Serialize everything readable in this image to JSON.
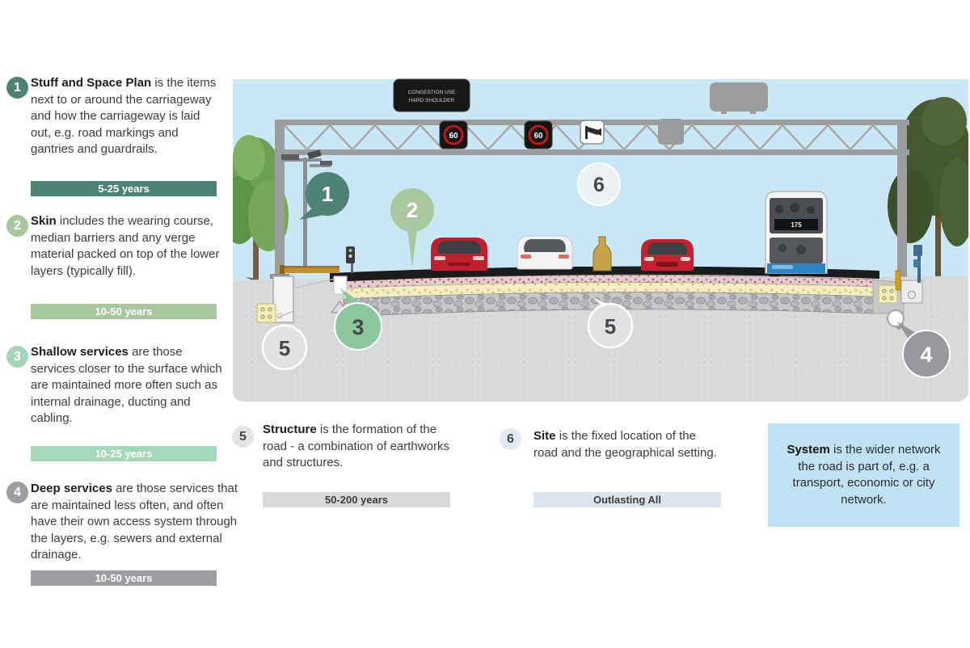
{
  "legend": {
    "items": [
      {
        "num": "1",
        "term": "Stuff and Space Plan",
        "rest": "is the items next to or around the carriageway and how the carriageway is laid out, e.g. road markings and gantries and guardrails.",
        "badge": "5-25 years",
        "accent": "#4d8274"
      },
      {
        "num": "2",
        "term": "Skin",
        "rest": "includes the wearing course, median barriers and any verge material packed on top of the lower layers (typically fill).",
        "badge": "10-50 years",
        "accent": "#a9c79f"
      },
      {
        "num": "3",
        "term": "Shallow services",
        "rest": "are those services closer to the surface which are maintained more often such as internal drainage, ducting and cabling.",
        "badge": "10-25 years",
        "accent": "#a5d8ba"
      },
      {
        "num": "4",
        "term": "Deep services",
        "rest": "are those services that are maintained less often, and often have their own access system through the layers, e.g. sewers and external drainage.",
        "badge": "10-50 years",
        "accent": "#9d9da2"
      },
      {
        "num": "5",
        "term": "Structure",
        "rest": "is the formation of the road - a combination of earthworks and structures.",
        "badge": "50-200 years",
        "accent": "#d9d9db"
      },
      {
        "num": "6",
        "term": "Site",
        "rest": "is the fixed location of the road and the geographical setting.",
        "badge": "Outlasting All",
        "accent": "#dde6ef"
      }
    ]
  },
  "system_box": {
    "term": "System",
    "rest": "is the wider network the road is part of, e.g. a transport, economic or city network."
  },
  "illustration": {
    "message_sign": {
      "line1": "CONGESTION USE",
      "line2": "HARD SHOULDER"
    },
    "speed_limit": "60",
    "bus_route": "175",
    "markers": {
      "m1": "1",
      "m2": "2",
      "m3": "3",
      "m4": "4",
      "m5": "5",
      "m6": "6"
    },
    "colors": {
      "sky": "#c9e7f5",
      "ground": "#d9dadb",
      "asphalt": "#1b1b1d",
      "teal": "#4d8274",
      "sage": "#a9c79f",
      "mint": "#8cc79f",
      "gray_marker": "#97979c",
      "system_blue": "#bfe2f4"
    }
  }
}
